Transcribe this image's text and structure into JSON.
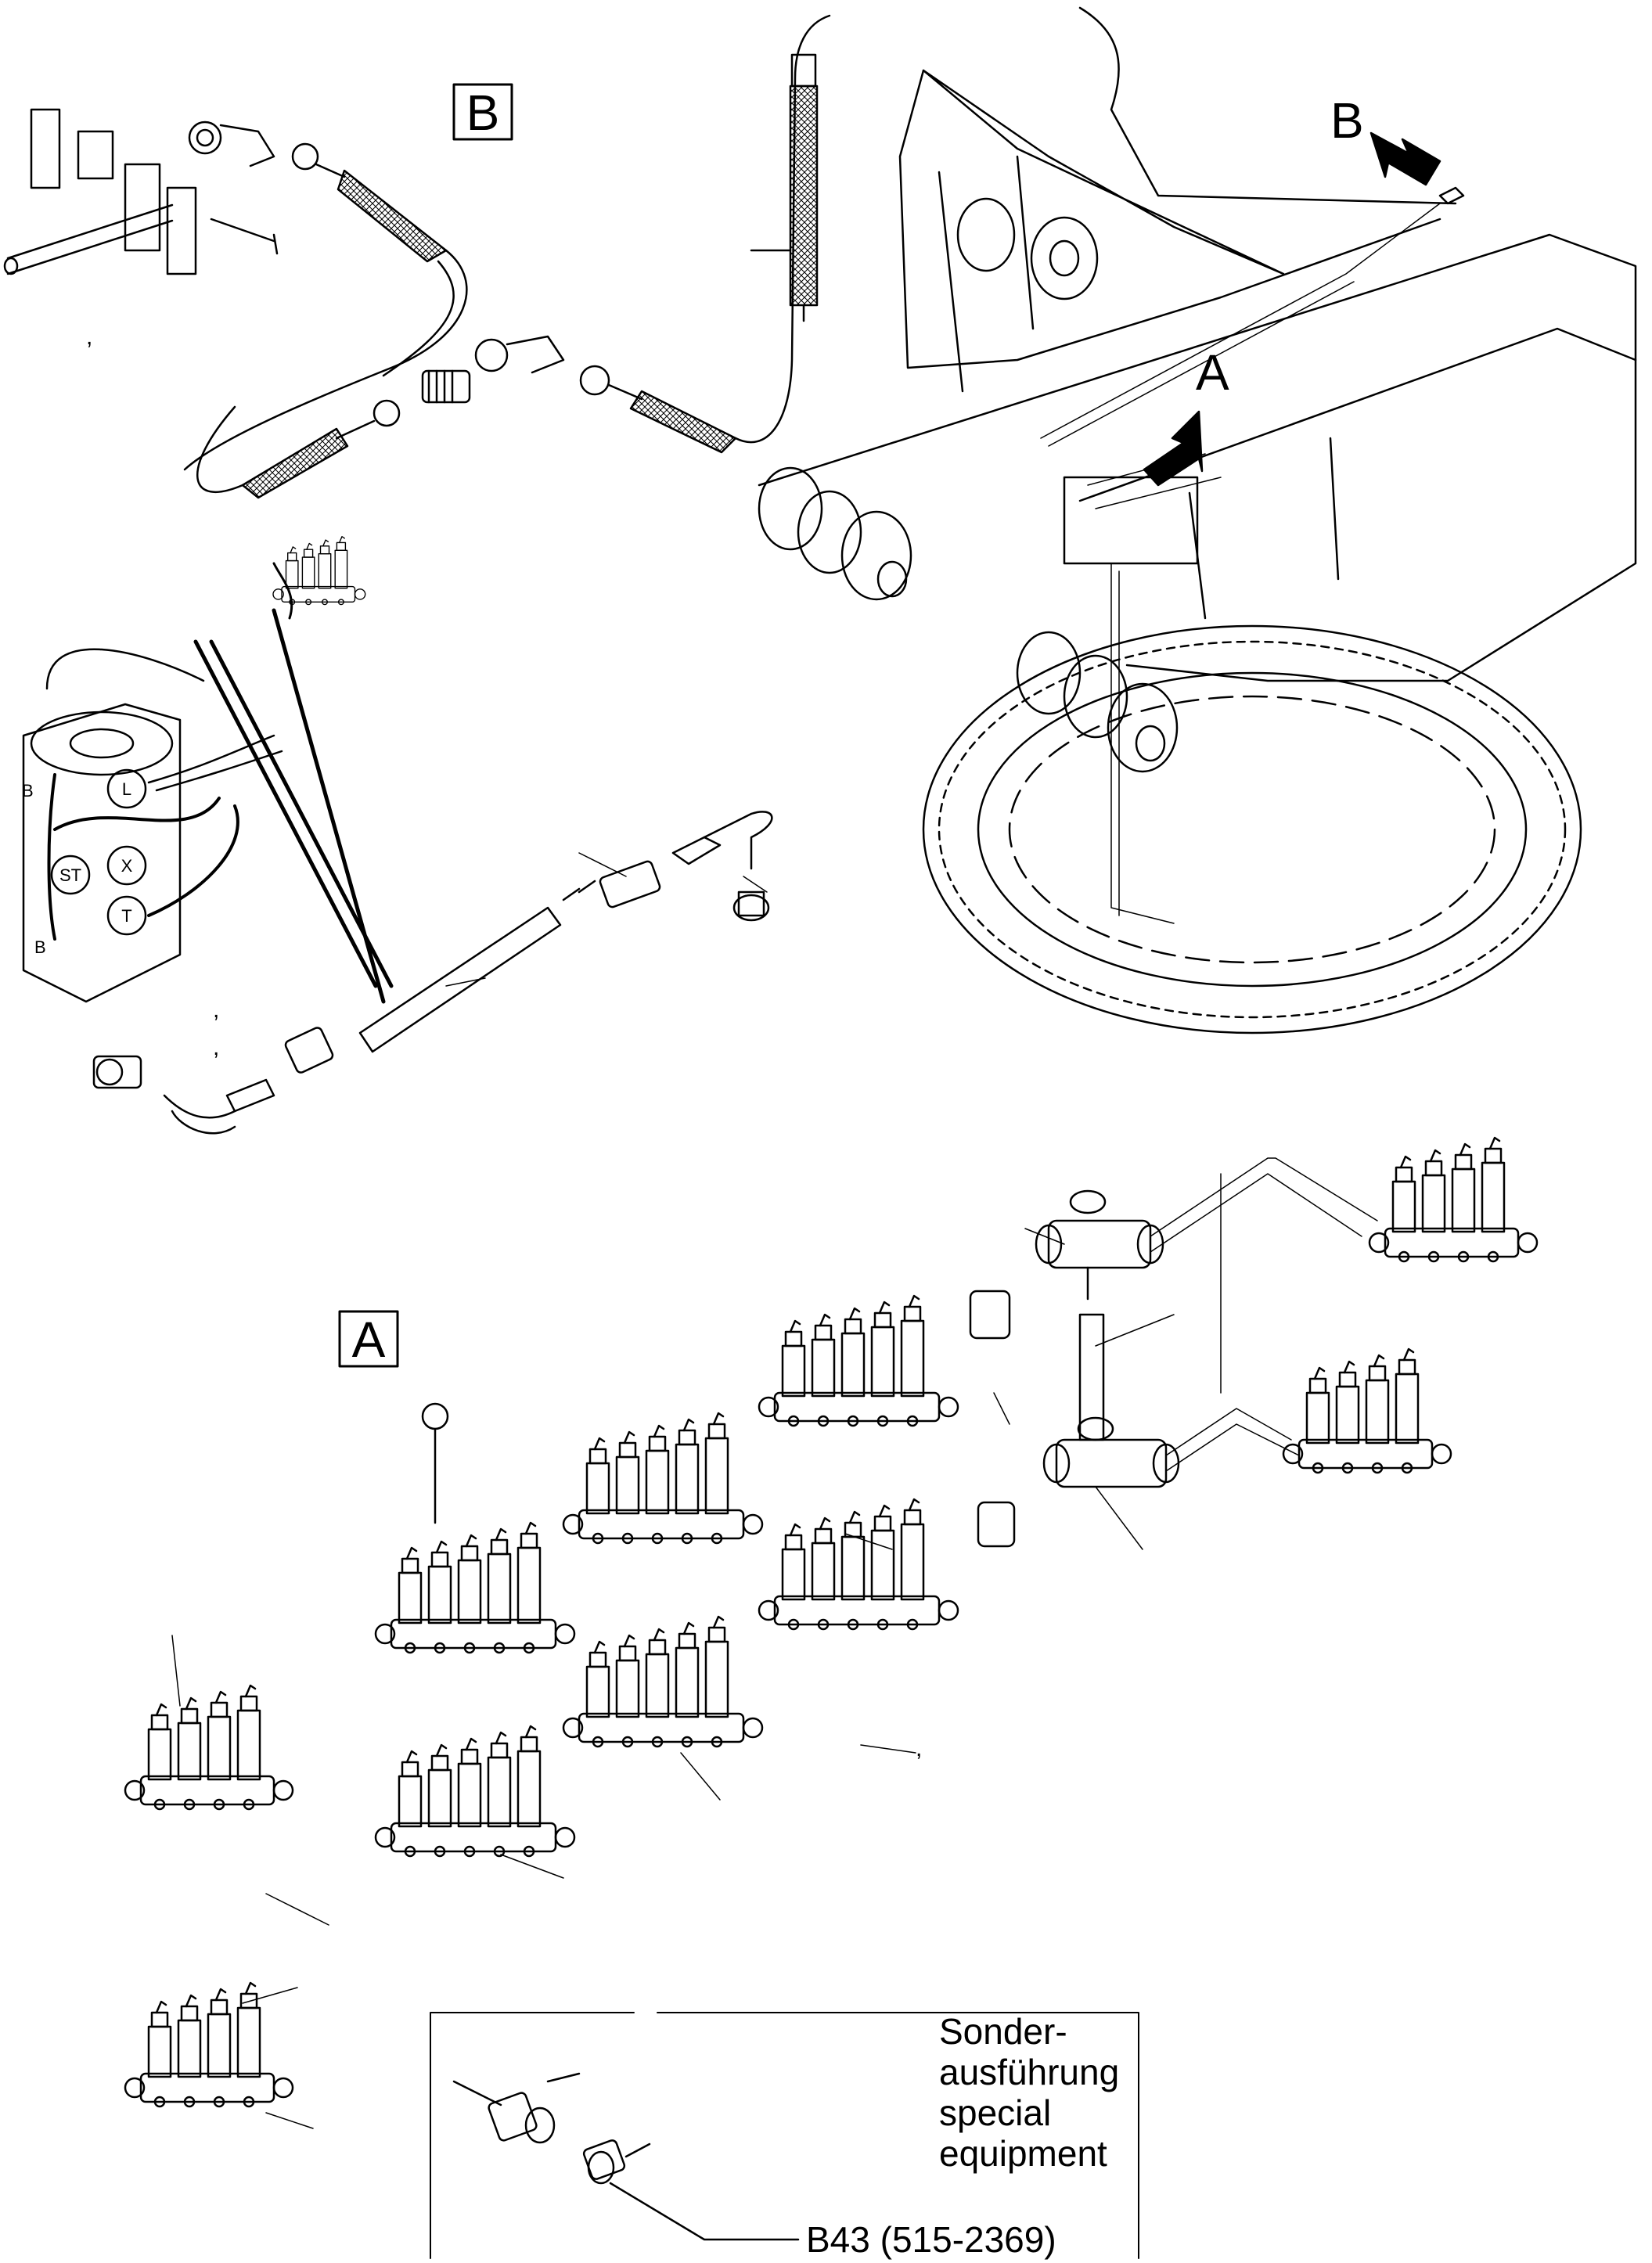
{
  "detail_b": {
    "label": "B"
  },
  "detail_a": {
    "label": "A"
  },
  "arrows": {
    "b": "B",
    "a": "A"
  },
  "swivel_ports": {
    "l": "L",
    "x": "X",
    "st": "ST",
    "t": "T",
    "b_upper": "B",
    "b_lower": "B"
  },
  "optional": {
    "line1": "Sonder-",
    "line2": "ausführung",
    "line3": "special",
    "line4": "equipment",
    "part_ref": "B43 (515-2369)"
  },
  "ticks": {
    "t1": ",",
    "t2": ",",
    "t3": ",",
    "t4": ","
  },
  "colors": {
    "line": "#000000",
    "background": "#ffffff"
  }
}
